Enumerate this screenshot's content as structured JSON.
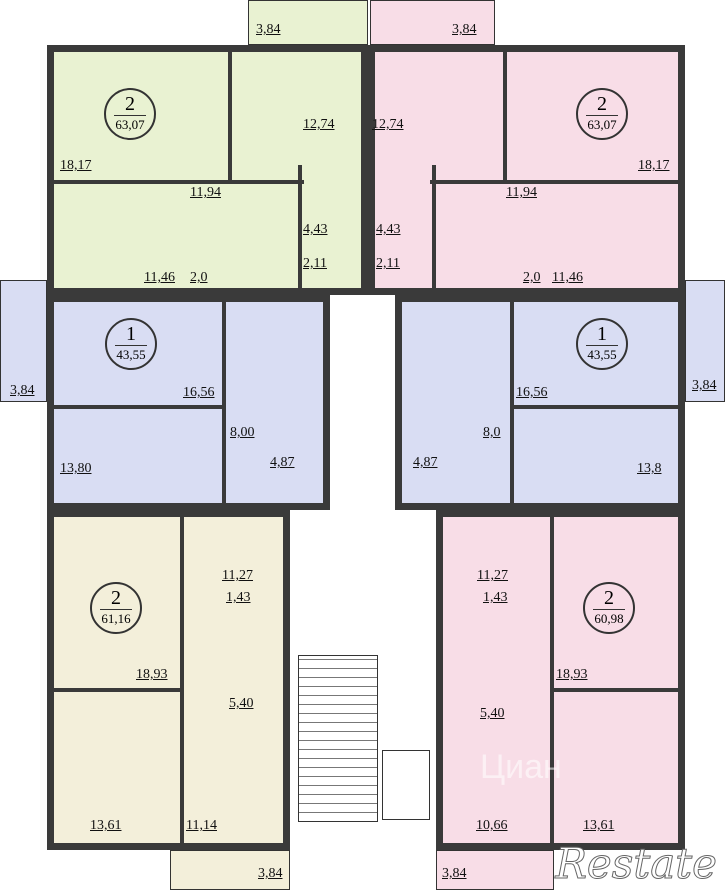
{
  "colors": {
    "green": "#e9f2d2",
    "pink": "#f8dde7",
    "blue": "#d9ddf3",
    "beige": "#f3efda",
    "wall": "#3a3a3a"
  },
  "apartments": [
    {
      "id": "top-left",
      "rooms": "2",
      "area": "63,07",
      "labels": [
        "3,84",
        "18,17",
        "12,74",
        "11,94",
        "4,43",
        "2,11",
        "11,46",
        "2,0"
      ]
    },
    {
      "id": "top-right",
      "rooms": "2",
      "area": "63,07",
      "labels": [
        "3,84",
        "18,17",
        "12,74",
        "11,94",
        "4,43",
        "2,11",
        "11,46",
        "2,0"
      ]
    },
    {
      "id": "mid-left",
      "rooms": "1",
      "area": "43,55",
      "labels": [
        "3,84",
        "16,56",
        "8,00",
        "4,87",
        "13,80"
      ]
    },
    {
      "id": "mid-right",
      "rooms": "1",
      "area": "43,55",
      "labels": [
        "3,84",
        "16,56",
        "8,0",
        "4,87",
        "13,8"
      ]
    },
    {
      "id": "bottom-left",
      "rooms": "2",
      "area": "61,16",
      "labels": [
        "11,27",
        "1,43",
        "18,93",
        "5,40",
        "13,61",
        "11,14",
        "3,84"
      ]
    },
    {
      "id": "bottom-right",
      "rooms": "2",
      "area": "60,98",
      "labels": [
        "11,27",
        "1,43",
        "18,93",
        "5,40",
        "10,66",
        "13,61",
        "3,84"
      ]
    }
  ],
  "watermark": {
    "logo": "Restate",
    "overlay": "Циан"
  }
}
